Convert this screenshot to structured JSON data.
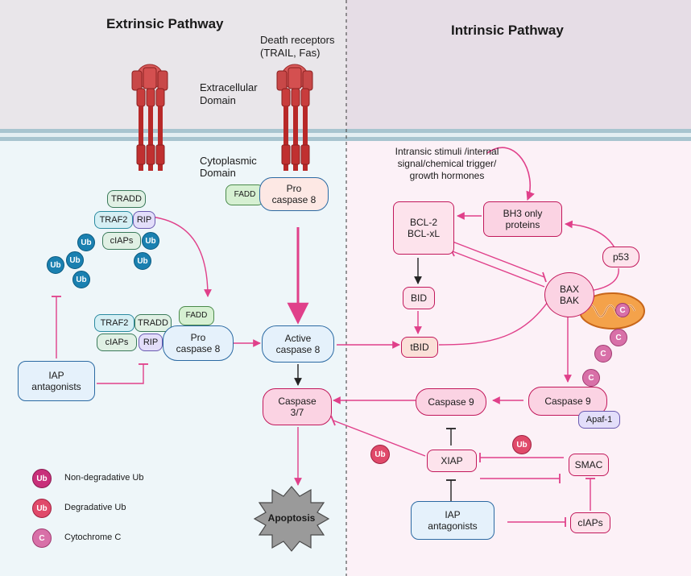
{
  "headers": {
    "extrinsic": "Extrinsic Pathway",
    "intrinsic": "Intrinsic Pathway"
  },
  "labels": {
    "death_receptors": "Death   receptors",
    "death_receptors_2": "(TRAIL,      Fas)",
    "extracellular_1": "Extracellular",
    "extracellular_2": "Domain",
    "cytoplasmic_1": "Cytoplasmic",
    "cytoplasmic_2": "Domain",
    "stimuli_1": "Intransic stimuli /internal",
    "stimuli_2": "signal/chemical trigger/",
    "stimuli_3": "growth hormones"
  },
  "nodes": {
    "tradd_top": "TRADD",
    "traf2_top": "TRAF2",
    "rip_top": "RIP",
    "ciaps_top": "cIAPs",
    "fadd_top": "FADD",
    "procasp8_top_1": "Pro",
    "procasp8_top_2": "caspase 8",
    "traf2_mid": "TRAF2",
    "tradd_mid": "TRADD",
    "ciaps_mid": "cIAPs",
    "rip_mid": "RIP",
    "fadd_mid": "FADD",
    "procasp8_mid_1": "Pro",
    "procasp8_mid_2": "caspase 8",
    "active_casp8_1": "Active",
    "active_casp8_2": "caspase 8",
    "casp37_1": "Caspase",
    "casp37_2": "3/7",
    "iap_left_1": "IAP",
    "iap_left_2": "antagonists",
    "apoptosis": "Apoptosis",
    "bcl2_1": "BCL-2",
    "bcl2_2": "BCL-xL",
    "bh3_1": "BH3 only",
    "bh3_2": "proteins",
    "p53": "p53",
    "bid": "BID",
    "bax_1": "BAX",
    "bax_2": "BAK",
    "tbid": "tBID",
    "casp9_left": "Caspase 9",
    "casp9_right": "Caspase 9",
    "apaf1": "Apaf-1",
    "xiap": "XIAP",
    "smac": "SMAC",
    "iap_right_1": "IAP",
    "iap_right_2": "antagonists",
    "ciaps_right": "cIAPs"
  },
  "badges": {
    "ub": "Ub",
    "c": "C"
  },
  "legend": [
    {
      "badge": "Ub",
      "label": "Non-degradative Ub"
    },
    {
      "badge": "Ub",
      "label": "Degradative Ub"
    },
    {
      "badge": "C",
      "label": "Cytochrome C"
    }
  ],
  "colors": {
    "activation_arrow": "#e0408a",
    "inhibition": "#e0408a",
    "plain_arrow": "#222222",
    "divider": "#555555"
  }
}
